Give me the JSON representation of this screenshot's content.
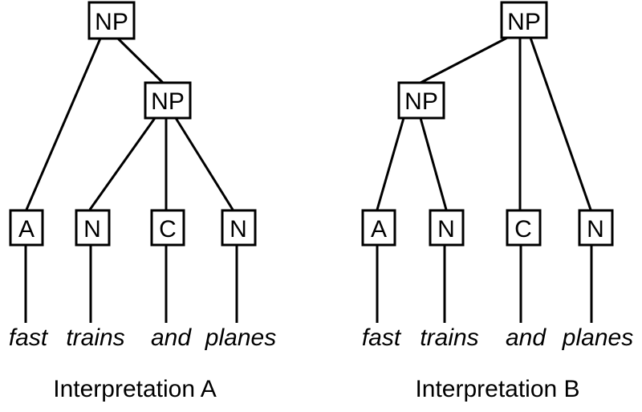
{
  "colors": {
    "background": "#ffffff",
    "ink": "#000000"
  },
  "phrase_words": [
    "fast",
    "trains",
    "and",
    "planes"
  ],
  "tree_a": {
    "caption": "Interpretation A",
    "root_label": "NP",
    "inner_label": "NP",
    "leaves": [
      {
        "tag": "A",
        "word": "fast"
      },
      {
        "tag": "N",
        "word": "trains"
      },
      {
        "tag": "C",
        "word": "and"
      },
      {
        "tag": "N",
        "word": "planes"
      }
    ]
  },
  "tree_b": {
    "caption": "Interpretation B",
    "root_label": "NP",
    "inner_label": "NP",
    "leaves": [
      {
        "tag": "A",
        "word": "fast"
      },
      {
        "tag": "N",
        "word": "trains"
      },
      {
        "tag": "C",
        "word": "and"
      },
      {
        "tag": "N",
        "word": "planes"
      }
    ]
  }
}
